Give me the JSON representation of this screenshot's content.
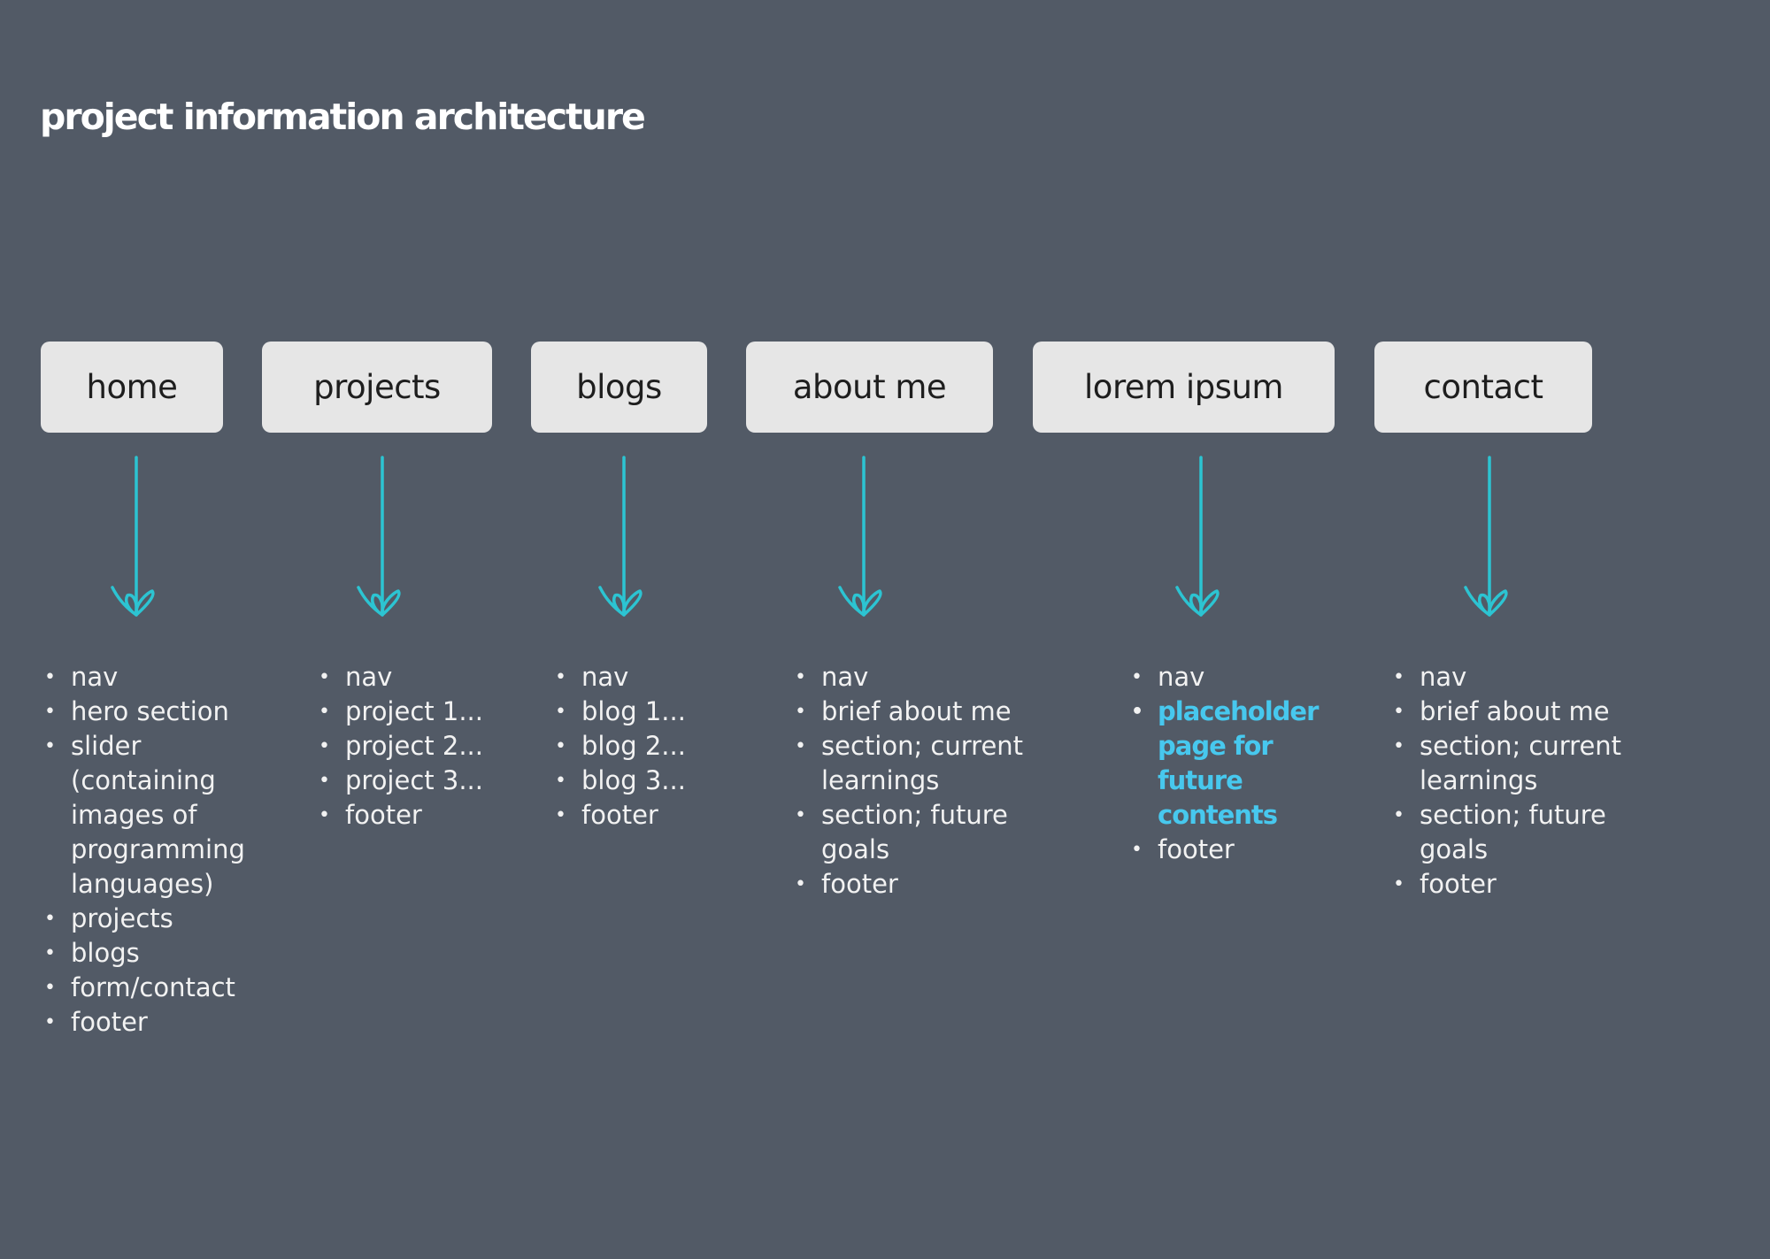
{
  "title": "project information architecture",
  "colors": {
    "background": "#525a66",
    "node": "#e6e6e6",
    "arrow": "#2cc4d2",
    "highlight": "#47c8ee"
  },
  "columns": [
    {
      "label": "home",
      "items": [
        {
          "text": "nav"
        },
        {
          "text": "hero section"
        },
        {
          "text": "slider (containing images of programming languages)"
        },
        {
          "text": "projects"
        },
        {
          "text": "blogs"
        },
        {
          "text": "form/contact"
        },
        {
          "text": "footer"
        }
      ]
    },
    {
      "label": "projects",
      "items": [
        {
          "text": "nav"
        },
        {
          "text": "project 1..."
        },
        {
          "text": "project 2..."
        },
        {
          "text": "project 3..."
        },
        {
          "text": "footer"
        }
      ]
    },
    {
      "label": "blogs",
      "items": [
        {
          "text": "nav"
        },
        {
          "text": "blog 1..."
        },
        {
          "text": "blog 2..."
        },
        {
          "text": "blog 3..."
        },
        {
          "text": "footer"
        }
      ]
    },
    {
      "label": "about me",
      "items": [
        {
          "text": "nav"
        },
        {
          "text": "brief about me"
        },
        {
          "text": "section; current learnings"
        },
        {
          "text": "section; future goals"
        },
        {
          "text": "footer"
        }
      ]
    },
    {
      "label": "lorem ipsum",
      "items": [
        {
          "text": "nav"
        },
        {
          "text": "placeholder page for future contents",
          "highlight": true
        },
        {
          "text": "footer"
        }
      ]
    },
    {
      "label": "contact",
      "items": [
        {
          "text": "nav"
        },
        {
          "text": "brief about me"
        },
        {
          "text": "section; current learnings"
        },
        {
          "text": "section; future goals"
        },
        {
          "text": "footer"
        }
      ]
    }
  ]
}
